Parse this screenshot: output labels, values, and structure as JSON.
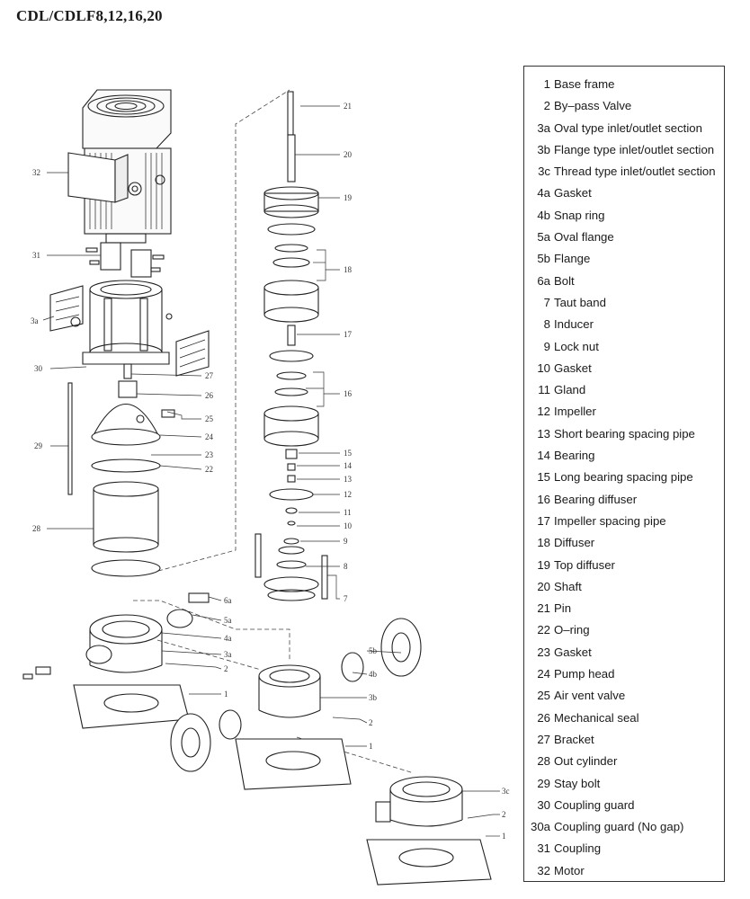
{
  "title": "CDL/CDLF8,12,16,20",
  "legend": [
    {
      "num": "1",
      "label": "Base frame"
    },
    {
      "num": "2",
      "label": "By–pass Valve"
    },
    {
      "num": "3a",
      "label": "Oval type inlet/outlet section"
    },
    {
      "num": "3b",
      "label": "Flange type inlet/outlet section"
    },
    {
      "num": "3c",
      "label": "Thread type inlet/outlet section"
    },
    {
      "num": "4a",
      "label": "Gasket"
    },
    {
      "num": "4b",
      "label": "Snap ring"
    },
    {
      "num": "5a",
      "label": "Oval flange"
    },
    {
      "num": "5b",
      "label": "Flange"
    },
    {
      "num": "6a",
      "label": "Bolt"
    },
    {
      "num": "7",
      "label": "Taut band"
    },
    {
      "num": "8",
      "label": "Inducer"
    },
    {
      "num": "9",
      "label": "Lock nut"
    },
    {
      "num": "10",
      "label": "Gasket"
    },
    {
      "num": "11",
      "label": "Gland"
    },
    {
      "num": "12",
      "label": "Impeller"
    },
    {
      "num": "13",
      "label": "Short bearing spacing pipe"
    },
    {
      "num": "14",
      "label": "Bearing"
    },
    {
      "num": "15",
      "label": "Long bearing spacing pipe"
    },
    {
      "num": "16",
      "label": "Bearing diffuser"
    },
    {
      "num": "17",
      "label": "Impeller spacing pipe"
    },
    {
      "num": "18",
      "label": "Diffuser"
    },
    {
      "num": "19",
      "label": "Top diffuser"
    },
    {
      "num": "20",
      "label": "Shaft"
    },
    {
      "num": "21",
      "label": "Pin"
    },
    {
      "num": "22",
      "label": "O–ring"
    },
    {
      "num": "23",
      "label": "Gasket"
    },
    {
      "num": "24",
      "label": "Pump head"
    },
    {
      "num": "25",
      "label": "Air vent valve"
    },
    {
      "num": "26",
      "label": "Mechanical seal"
    },
    {
      "num": "27",
      "label": "Bracket"
    },
    {
      "num": "28",
      "label": "Out cylinder"
    },
    {
      "num": "29",
      "label": "Stay bolt"
    },
    {
      "num": "30",
      "label": "Coupling guard"
    },
    {
      "num": "30a",
      "label": "Coupling guard (No gap)"
    },
    {
      "num": "31",
      "label": "Coupling"
    },
    {
      "num": "32",
      "label": "Motor"
    }
  ],
  "callouts": {
    "c21": "21",
    "c20": "20",
    "c19": "19",
    "c18": "18",
    "c17": "17",
    "c16": "16",
    "c15": "15",
    "c14": "14",
    "c13": "13",
    "c12": "12",
    "c11": "11",
    "c10": "10",
    "c9": "9",
    "c8": "8",
    "c7": "7",
    "c32": "32",
    "c31": "31",
    "c3a_top": "3a",
    "c30": "30",
    "c27": "27",
    "c26": "26",
    "c25": "25",
    "c24": "24",
    "c23": "23",
    "c22": "22",
    "c29": "29",
    "c28": "28",
    "c6a": "6a",
    "c5a": "5a",
    "c4a": "4a",
    "c3a": "3a",
    "c2a": "2",
    "c1a": "1",
    "c5b": "5b",
    "c4b": "4b",
    "c3b": "3b",
    "c2b": "2",
    "c1b": "1",
    "c3c": "3c",
    "c2c": "2",
    "c1c": "1"
  }
}
